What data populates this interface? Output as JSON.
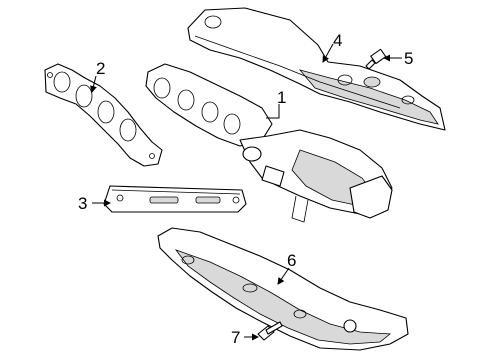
{
  "diagram": {
    "callouts": [
      {
        "id": "1",
        "text": "1"
      },
      {
        "id": "2",
        "text": "2"
      },
      {
        "id": "3",
        "text": "3"
      },
      {
        "id": "4",
        "text": "4"
      },
      {
        "id": "5",
        "text": "5"
      },
      {
        "id": "6",
        "text": "6"
      },
      {
        "id": "7",
        "text": "7"
      }
    ],
    "colors": {
      "line": "#000000",
      "shading": "#d9d9d9",
      "background": "#ffffff"
    }
  }
}
